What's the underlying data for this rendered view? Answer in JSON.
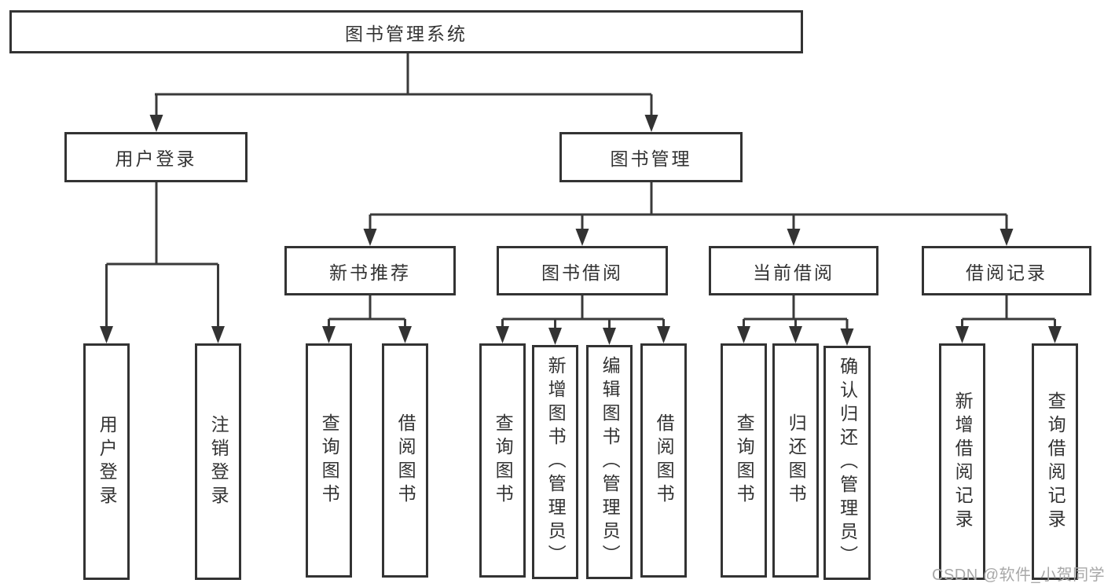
{
  "diagram_title": "图书管理系统",
  "tree": {
    "label": "图书管理系统",
    "children": [
      {
        "label": "用户登录",
        "children": [
          {
            "label": "用户登录"
          },
          {
            "label": "注销登录"
          }
        ]
      },
      {
        "label": "图书管理",
        "children": [
          {
            "label": "新书推荐",
            "children": [
              {
                "label": "查询图书"
              },
              {
                "label": "借阅图书"
              }
            ]
          },
          {
            "label": "图书借阅",
            "children": [
              {
                "label": "查询图书"
              },
              {
                "label": "新增图书（管理员）"
              },
              {
                "label": "编辑图书（管理员）"
              },
              {
                "label": "借阅图书"
              }
            ]
          },
          {
            "label": "当前借阅",
            "children": [
              {
                "label": "查询图书"
              },
              {
                "label": "归还图书"
              },
              {
                "label": "确认归还（管理员）"
              }
            ]
          },
          {
            "label": "借阅记录",
            "children": [
              {
                "label": "新增借阅记录"
              },
              {
                "label": "查询借阅记录"
              }
            ]
          }
        ]
      }
    ]
  },
  "watermark": {
    "text": "CSDN @软件_小贺同学"
  },
  "colors": {
    "line": "#3a3a3a",
    "arrow": "#333333",
    "box_border": "#333333",
    "text": "#333333",
    "watermark": "#a8a8a8",
    "background": "#ffffff"
  }
}
